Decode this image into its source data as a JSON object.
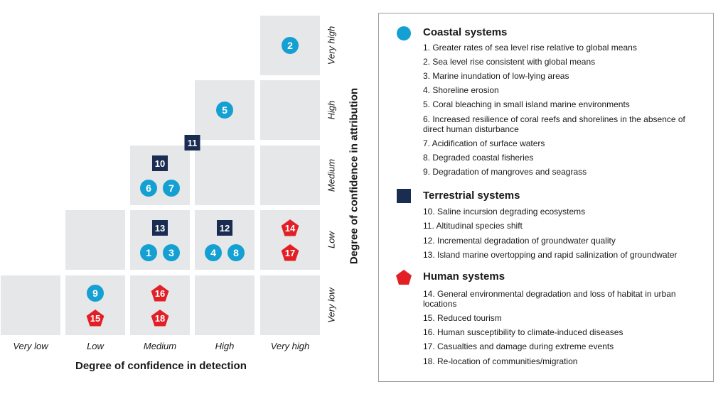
{
  "x_axis": {
    "title": "Degree of confidence in detection",
    "levels": [
      "Very low",
      "Low",
      "Medium",
      "High",
      "Very high"
    ]
  },
  "y_axis": {
    "title": "Degree of confidence in attribution",
    "levels": [
      "Very low",
      "Low",
      "Medium",
      "High",
      "Very high"
    ]
  },
  "colors": {
    "coastal": "#14a0d2",
    "terrestrial": "#1b2c52",
    "human": "#e31f26",
    "cell": "#e6e7e8"
  },
  "groups": [
    {
      "key": "coastal",
      "title": "Coastal systems",
      "shape": "circle-icon",
      "items": [
        "1. Greater rates of sea level rise relative to global means",
        "2. Sea level rise consistent with global means",
        "3. Marine inundation of low-lying areas",
        "4. Shoreline erosion",
        "5. Coral bleaching in small island marine environments",
        "6. Increased resilience of coral reefs and shorelines in the absence of direct human disturbance",
        "7. Acidification of surface waters",
        "8. Degraded coastal fisheries",
        "9. Degradation of mangroves and seagrass"
      ]
    },
    {
      "key": "terrestrial",
      "title": "Terrestrial systems",
      "shape": "square-icon",
      "items": [
        "10. Saline incursion degrading ecosystems",
        "11. Altitudinal species shift",
        "12. Incremental degradation of groundwater quality",
        "13. Island marine overtopping and rapid salinization of groundwater"
      ]
    },
    {
      "key": "human",
      "title": "Human systems",
      "shape": "pentagon-icon",
      "items": [
        "14. General environmental degradation and loss of habitat in urban locations",
        "15. Reduced tourism",
        "16. Human susceptibility to climate-induced diseases",
        "17. Casualties and damage during extreme events",
        "18. Re-location of communities/migration"
      ]
    }
  ],
  "markers": [
    {
      "label": "2",
      "group": "coastal",
      "detection": "Very high",
      "attribution": "Very high"
    },
    {
      "label": "5",
      "group": "coastal",
      "detection": "High",
      "attribution": "High"
    },
    {
      "label": "11",
      "group": "terrestrial",
      "detection": "Medium-High",
      "attribution": "Medium-High"
    },
    {
      "label": "10",
      "group": "terrestrial",
      "detection": "Medium",
      "attribution": "Medium"
    },
    {
      "label": "6",
      "group": "coastal",
      "detection": "Medium",
      "attribution": "Medium"
    },
    {
      "label": "7",
      "group": "coastal",
      "detection": "Medium",
      "attribution": "Medium"
    },
    {
      "label": "13",
      "group": "terrestrial",
      "detection": "Medium",
      "attribution": "Low"
    },
    {
      "label": "1",
      "group": "coastal",
      "detection": "Medium",
      "attribution": "Low"
    },
    {
      "label": "3",
      "group": "coastal",
      "detection": "Medium",
      "attribution": "Low"
    },
    {
      "label": "12",
      "group": "terrestrial",
      "detection": "High",
      "attribution": "Low"
    },
    {
      "label": "4",
      "group": "coastal",
      "detection": "High",
      "attribution": "Low"
    },
    {
      "label": "8",
      "group": "coastal",
      "detection": "High",
      "attribution": "Low"
    },
    {
      "label": "14",
      "group": "human",
      "detection": "Very high",
      "attribution": "Low"
    },
    {
      "label": "17",
      "group": "human",
      "detection": "Very high",
      "attribution": "Low"
    },
    {
      "label": "9",
      "group": "coastal",
      "detection": "Low",
      "attribution": "Very low"
    },
    {
      "label": "15",
      "group": "human",
      "detection": "Low",
      "attribution": "Very low"
    },
    {
      "label": "16",
      "group": "human",
      "detection": "Medium",
      "attribution": "Very low"
    },
    {
      "label": "18",
      "group": "human",
      "detection": "Medium",
      "attribution": "Very low"
    }
  ]
}
